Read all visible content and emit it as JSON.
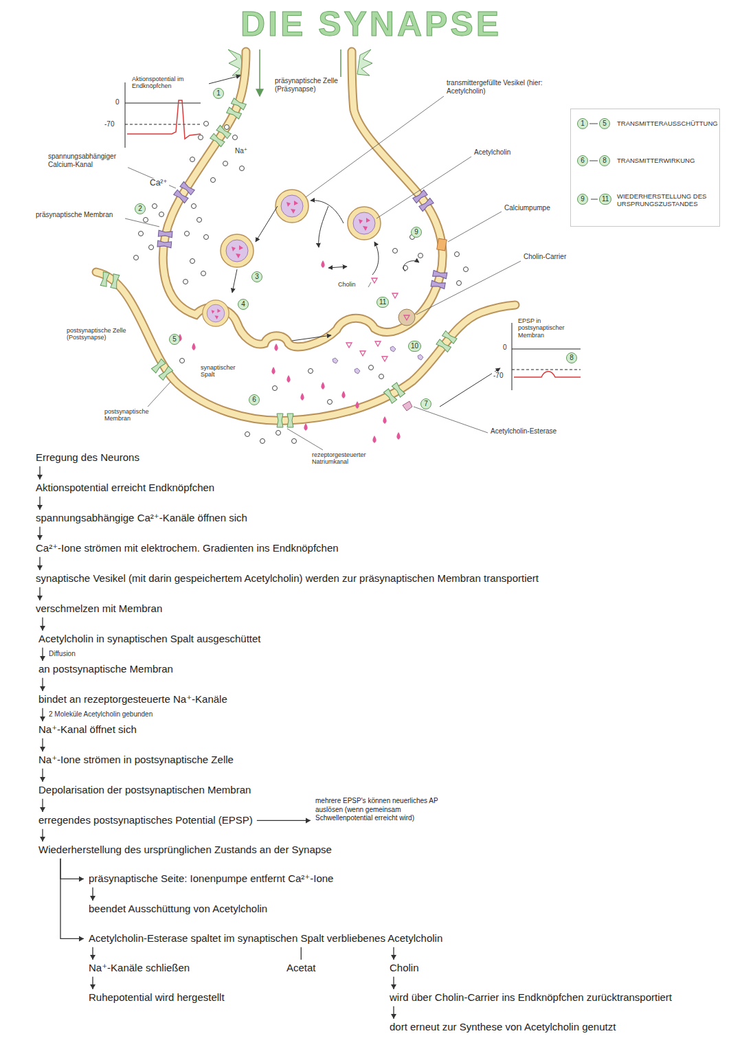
{
  "diagram": {
    "title": "DIE SYNAPSE",
    "nodes": [
      {
        "text": [
          "Erregung des Neurons"
        ]
      },
      {
        "text": [
          "Aktionspotential erreicht Endknöpfchen"
        ]
      },
      {
        "text": [
          "spannungsabhängige Ca²⁺-Kanäle öffnen sich"
        ]
      },
      {
        "text": [
          "Ca²⁺-Ione strömen mit elektrochem. Gradienten ins Endknöpfchen"
        ]
      },
      {
        "text": [
          "synaptische Vesikel (mit darin gespeichertem Acetylcholin) werden zur präsynaptischen Membran transportiert"
        ]
      },
      {
        "text": [
          "verschmelzen mit Membran"
        ]
      },
      {
        "text": [
          "Acetylcholin in synaptischen Spalt ausgeschüttet"
        ]
      },
      {
        "text": [
          "an postsynaptische Membran"
        ]
      },
      {
        "text": [
          "bindet an rezeptorgesteuerte Na⁺-Kanäle"
        ]
      },
      {
        "text": [
          "Na⁺-Kanal öffnet sich"
        ]
      },
      {
        "text": [
          "Na⁺-Ione strömen in postsynaptische Zelle"
        ]
      },
      {
        "text": [
          "Depolarisation der postsynaptischen Membran"
        ]
      },
      {
        "text": [
          "erregendes postsynaptisches Potential (EPSP)"
        ]
      },
      {
        "text": [
          "mehrere EPSP's können neuerliches AP auslösen (wenn gemeinsam Schwellenpotential erreicht wird)"
        ]
      },
      {
        "text": [
          "Wiederherstellung des ursprünglichen Zustands an der Synapse"
        ]
      },
      {
        "text": [
          "präsynaptische Seite: Ionenpumpe entfernt Ca²⁺-Ione"
        ]
      },
      {
        "text": [
          "beendet Ausschüttung von Acetylcholin"
        ]
      },
      {
        "text": [
          "Acetylcholin-Esterase spaltet im synaptischen Spalt verbliebenes Acetylcholin"
        ]
      },
      {
        "text": [
          "Na⁺-Kanäle schließen"
        ]
      },
      {
        "text": [
          "Ruhepotential wird hergestellt"
        ]
      },
      {
        "text": [
          "Acetat"
        ]
      },
      {
        "text": [
          "Cholin"
        ]
      },
      {
        "text": [
          "wird über Cholin-Carrier ins Endknöpfchen zurücktransportiert"
        ]
      },
      {
        "text": [
          "dort erneut zur Synthese von Acetylcholin genutzt"
        ]
      }
    ],
    "edges": [
      {
        "from": 0,
        "to": 1,
        "arrow": "to"
      },
      {
        "from": 1,
        "to": 2,
        "arrow": "to"
      },
      {
        "from": 2,
        "to": 3,
        "arrow": "to"
      },
      {
        "from": 3,
        "to": 4,
        "arrow": "to"
      },
      {
        "from": 4,
        "to": 5,
        "arrow": "to"
      },
      {
        "from": 5,
        "to": 6,
        "arrow": "to"
      },
      {
        "from": 6,
        "to": 7,
        "arrow": "to",
        "label": "Diffusion"
      },
      {
        "from": 7,
        "to": 8,
        "arrow": "to"
      },
      {
        "from": 8,
        "to": 9,
        "arrow": "to",
        "label": "2 Moleküle Acetylcholin gebunden"
      },
      {
        "from": 9,
        "to": 10,
        "arrow": "to"
      },
      {
        "from": 10,
        "to": 11,
        "arrow": "to"
      },
      {
        "from": 11,
        "to": 12,
        "arrow": "to"
      },
      {
        "from": 12,
        "to": 13,
        "arrow": "to"
      },
      {
        "from": 12,
        "to": 14,
        "arrow": "to"
      },
      {
        "from": 14,
        "to": 15,
        "arrow": "to"
      },
      {
        "from": 15,
        "to": 16,
        "arrow": "to"
      },
      {
        "from": 14,
        "to": 17,
        "arrow": "to"
      },
      {
        "from": 17,
        "to": 18,
        "arrow": "to"
      },
      {
        "from": 18,
        "to": 19,
        "arrow": "to"
      },
      {
        "from": 17,
        "to": 20,
        "arrow": "none"
      },
      {
        "from": 17,
        "to": 21,
        "arrow": "to"
      },
      {
        "from": 21,
        "to": 22,
        "arrow": "to"
      },
      {
        "from": 22,
        "to": 23,
        "arrow": "to"
      }
    ],
    "labels": [
      "Aktionspotential im Endknöpfchen",
      "0",
      "-70",
      "präsynaptische Zelle (Präsynapse)",
      "transmittergefüllte Vesikel (hier: Acetylcholin)",
      "1",
      "Na⁺",
      "Acetylcholin",
      "spannungsabhängiger Calcium-Kanal",
      "Ca²⁺",
      "2",
      "präsynaptische Membran",
      "Calciumpumpe",
      "9",
      "Cholin-Carrier",
      "3",
      "Cholin",
      "4",
      "11",
      "postsynaptische Zelle (Postsynapse)",
      "5",
      "EPSP in postsynaptischer Membran",
      "0",
      "-70",
      "8",
      "10",
      "synaptischer Spalt",
      "7",
      "6",
      "postsynaptische Membran",
      "Acetylcholin-Esterase",
      "rezeptorgesteuerter Natriumkanal",
      "1",
      "5",
      "6",
      "8",
      "9",
      "11"
    ],
    "legend": [
      {
        "text": "TRANSMITTERAUSSCHÜTTUNG"
      },
      {
        "text": "TRANSMITTERWIRKUNG"
      },
      {
        "text": "WIEDERHERSTELLUNG DES URSPRUNGSZUSTANDES"
      }
    ]
  }
}
